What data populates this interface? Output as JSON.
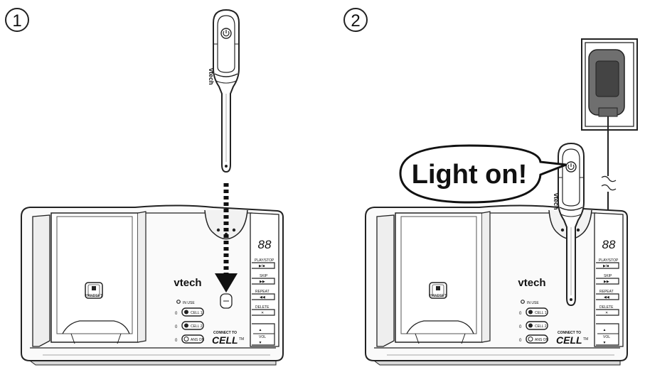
{
  "steps": [
    {
      "number": "1"
    },
    {
      "number": "2"
    }
  ],
  "callout": {
    "text": "Light on!"
  },
  "headset": {
    "brand": "vtech"
  },
  "base": {
    "brand": "vtech",
    "display": "88",
    "handset_button": "HANDSET",
    "in_use": "IN USE",
    "line_buttons": [
      "CELL 1",
      "CELL 2",
      "ANS ON"
    ],
    "line_digit": "0",
    "connect_to": "CONNECT TO",
    "cell_logo": "CELL",
    "tm": "TM",
    "side_buttons": [
      "PLAY/STOP",
      "SKIP",
      "REPEAT",
      "DELETE"
    ],
    "side_glyphs": [
      "▶/■",
      "▶▶",
      "◀◀",
      "✕"
    ],
    "vol": "VOL"
  },
  "icon": {
    "power": "power-icon"
  }
}
